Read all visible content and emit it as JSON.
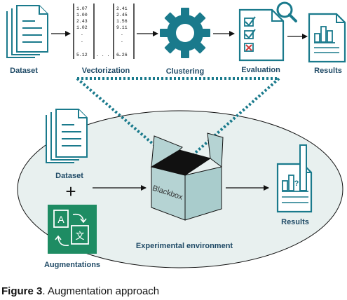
{
  "top_flow": {
    "dataset": "Dataset",
    "vectorization": "Vectorization",
    "clustering": "Clustering",
    "evaluation": "Evaluation",
    "results": "Results"
  },
  "matrix": {
    "col1": [
      "1.07",
      "1.00",
      "2.43",
      "1.02",
      ".",
      ".",
      "5.12"
    ],
    "col2": [
      "2.41",
      "2.45",
      "1.56",
      "9.11",
      ".",
      ".",
      "6.26"
    ],
    "ellipsis": ". . . . ."
  },
  "environment": {
    "dataset": "Dataset",
    "plus": "+",
    "augmentations": "Augmentations",
    "blackbox": "Blackbox",
    "results": "Results",
    "label": "Experimental environment"
  },
  "caption": {
    "figure": "Figure 3",
    "text": ". Augmentation approach"
  },
  "colors": {
    "teal": "#1a7a8c",
    "dark_blue": "#1f4a66",
    "box_face": "#b5d3d3",
    "env_fill": "#e8f0ef",
    "aug_green": "#1e8c63"
  }
}
